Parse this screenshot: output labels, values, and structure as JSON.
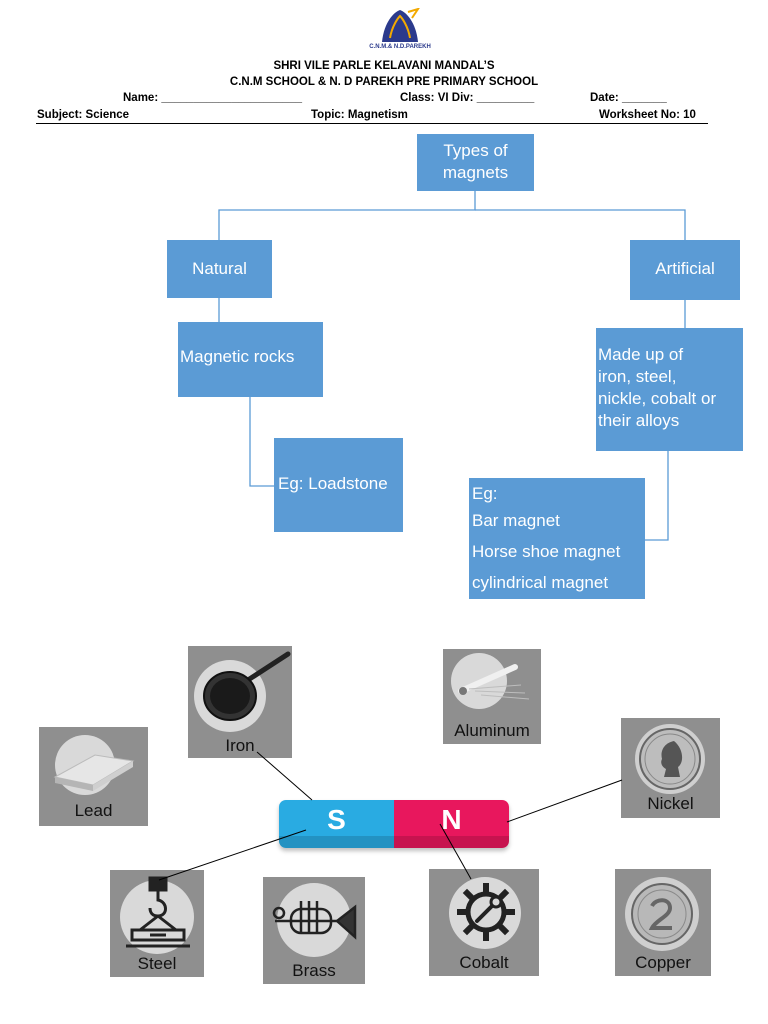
{
  "header": {
    "school_org": "SHRI VILE PARLE KELAVANI MANDAL’S",
    "school_name": "C.N.M SCHOOL & N. D PAREKH PRE PRIMARY SCHOOL",
    "logo_text": "C.N.M.& N.D.PAREKH",
    "name_label": "Name: ______________________",
    "class_label": "Class: VI  Div: _________",
    "date_label": "Date: _______",
    "subject_label": "Subject: Science",
    "topic_label": "Topic: Magnetism",
    "worksheet_label": "Worksheet No: 10"
  },
  "diagram": {
    "root": "Types of\nmagnets",
    "natural": "Natural",
    "artificial": "Artificial",
    "magnetic_rocks": "Magnetic rocks",
    "loadstone": "Eg: Loadstone",
    "made_up_of": "Made up of\niron, steel,\nnickle, cobalt or\ntheir alloys",
    "eg_label": "Eg:",
    "eg_items": [
      "Bar magnet",
      "Horse shoe magnet",
      "cylindrical magnet"
    ]
  },
  "magnet": {
    "south": "S",
    "north": "N"
  },
  "materials": {
    "iron": "Iron",
    "aluminum": "Aluminum",
    "lead": "Lead",
    "nickel": "Nickel",
    "steel": "Steel",
    "brass": "Brass",
    "cobalt": "Cobalt",
    "copper": "Copper"
  },
  "colors": {
    "box_blue": "#5b9bd5",
    "magnet_south": "#29abe2",
    "magnet_north": "#e8175d",
    "tile_gray": "#8f8f8f"
  }
}
